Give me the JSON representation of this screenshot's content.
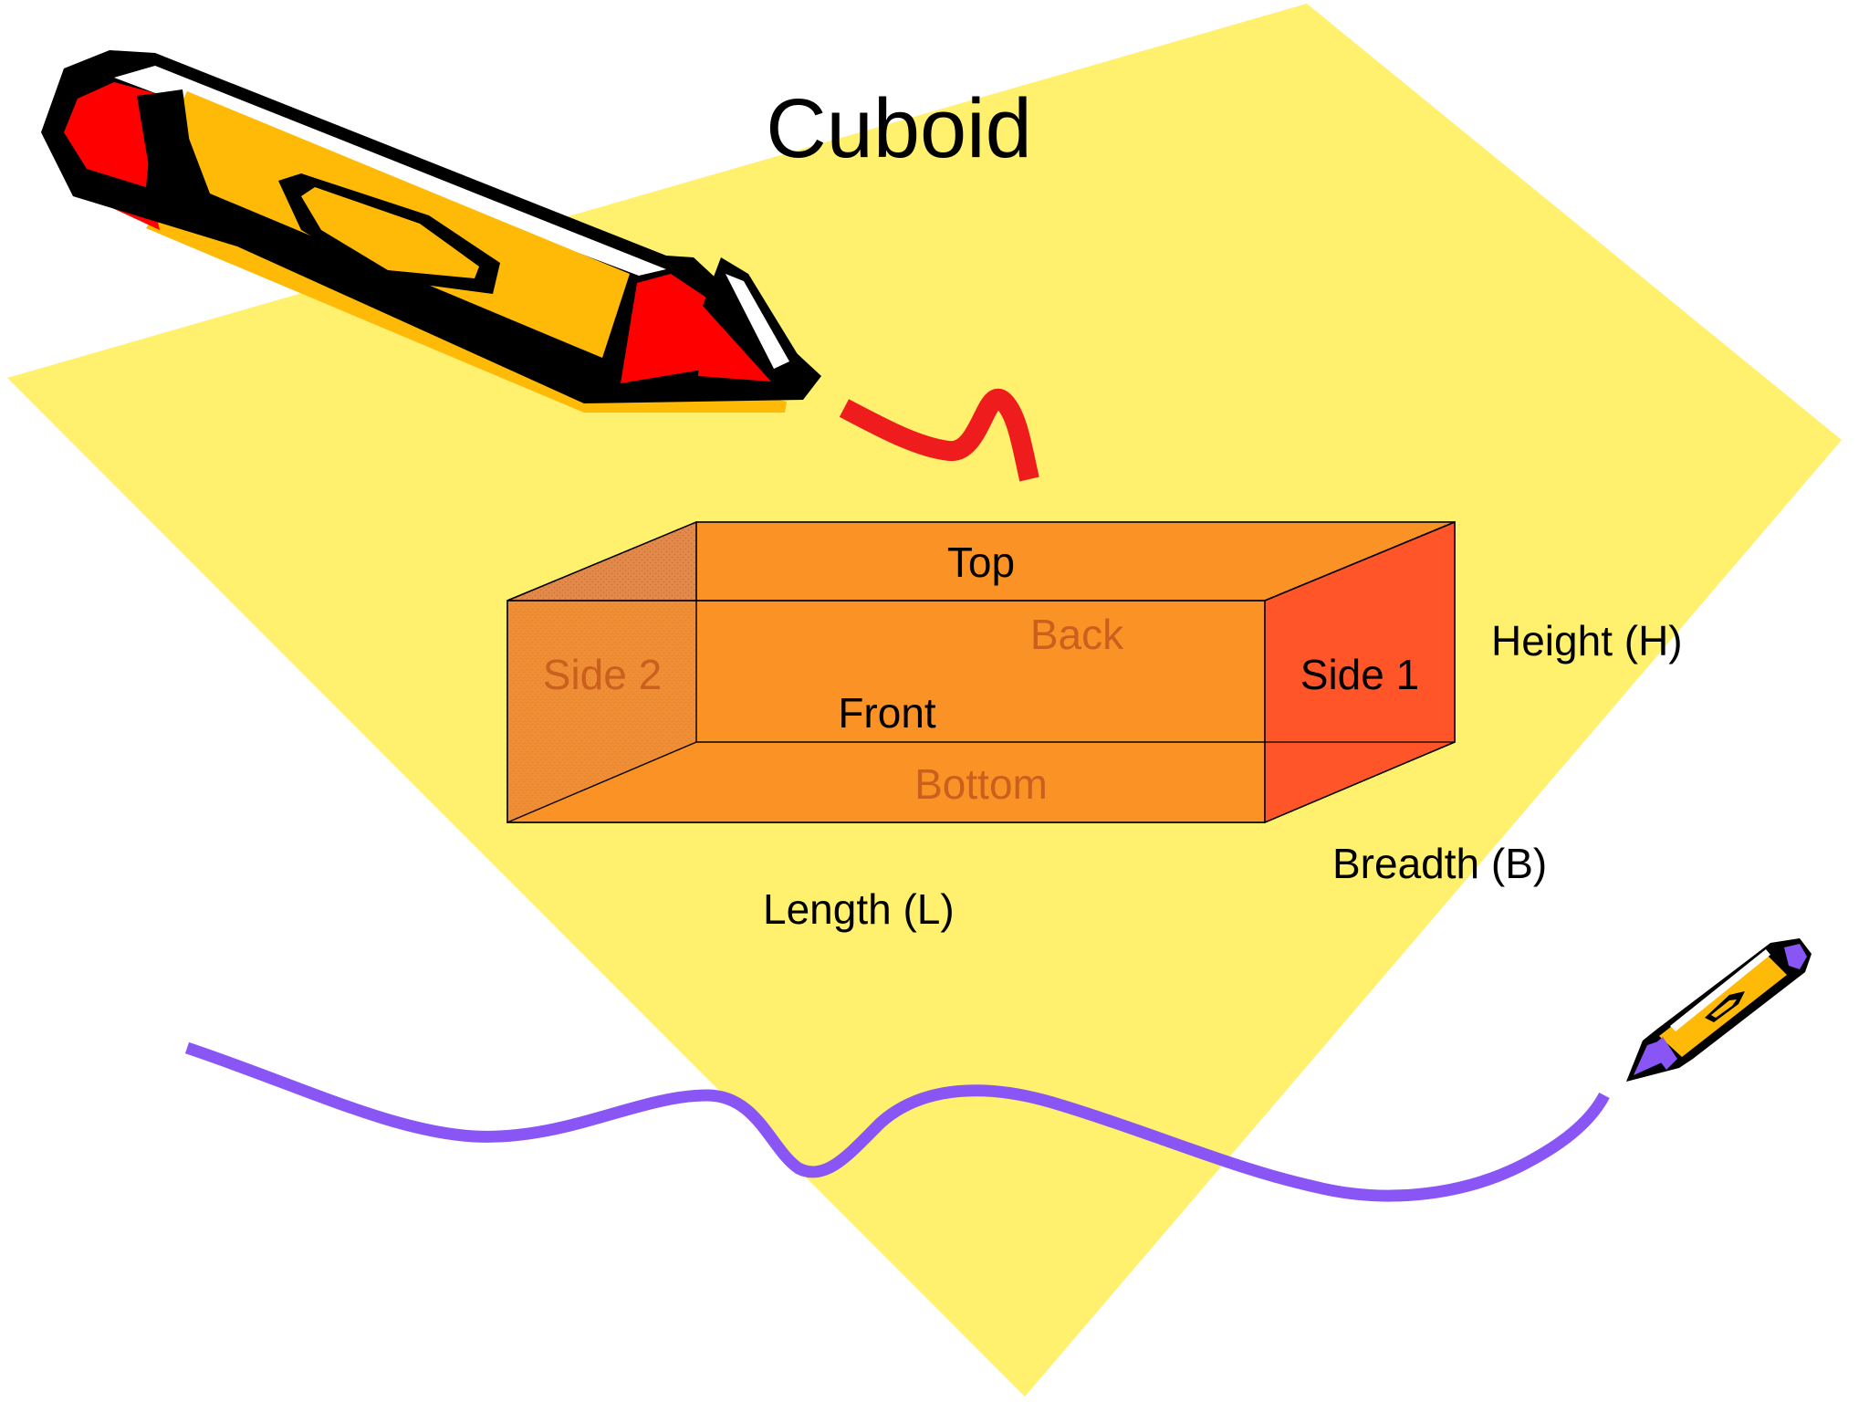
{
  "title": "Cuboid",
  "faces": {
    "top": "Top",
    "back": "Back",
    "front": "Front",
    "bottom": "Bottom",
    "side1": "Side 1",
    "side2": "Side 2"
  },
  "dimensions": {
    "height": "Height (H)",
    "breadth": "Breadth (B)",
    "length": "Length (L)"
  },
  "colors": {
    "background": "#ffffff",
    "paper": "#fff06e",
    "cuboid_face": "#fb9226",
    "side1": "#ff5528",
    "side2": "#e38a4a",
    "hidden_label": "#c9601e",
    "visible_label": "#000000",
    "red_scribble": "#ee1c1c",
    "purple_scribble": "#8a55f5",
    "pencil_body": "#ffba08",
    "pencil_red": "#ff0000",
    "outline": "#000000"
  },
  "icons": [
    "large-pencil-icon",
    "small-pencil-icon"
  ]
}
